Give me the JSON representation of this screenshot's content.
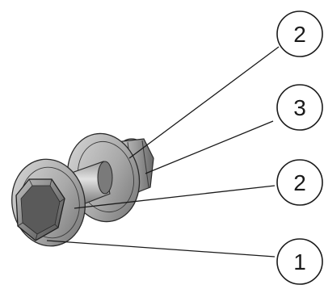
{
  "callouts": [
    {
      "label": "2"
    },
    {
      "label": "3"
    },
    {
      "label": "2"
    },
    {
      "label": "1"
    }
  ]
}
